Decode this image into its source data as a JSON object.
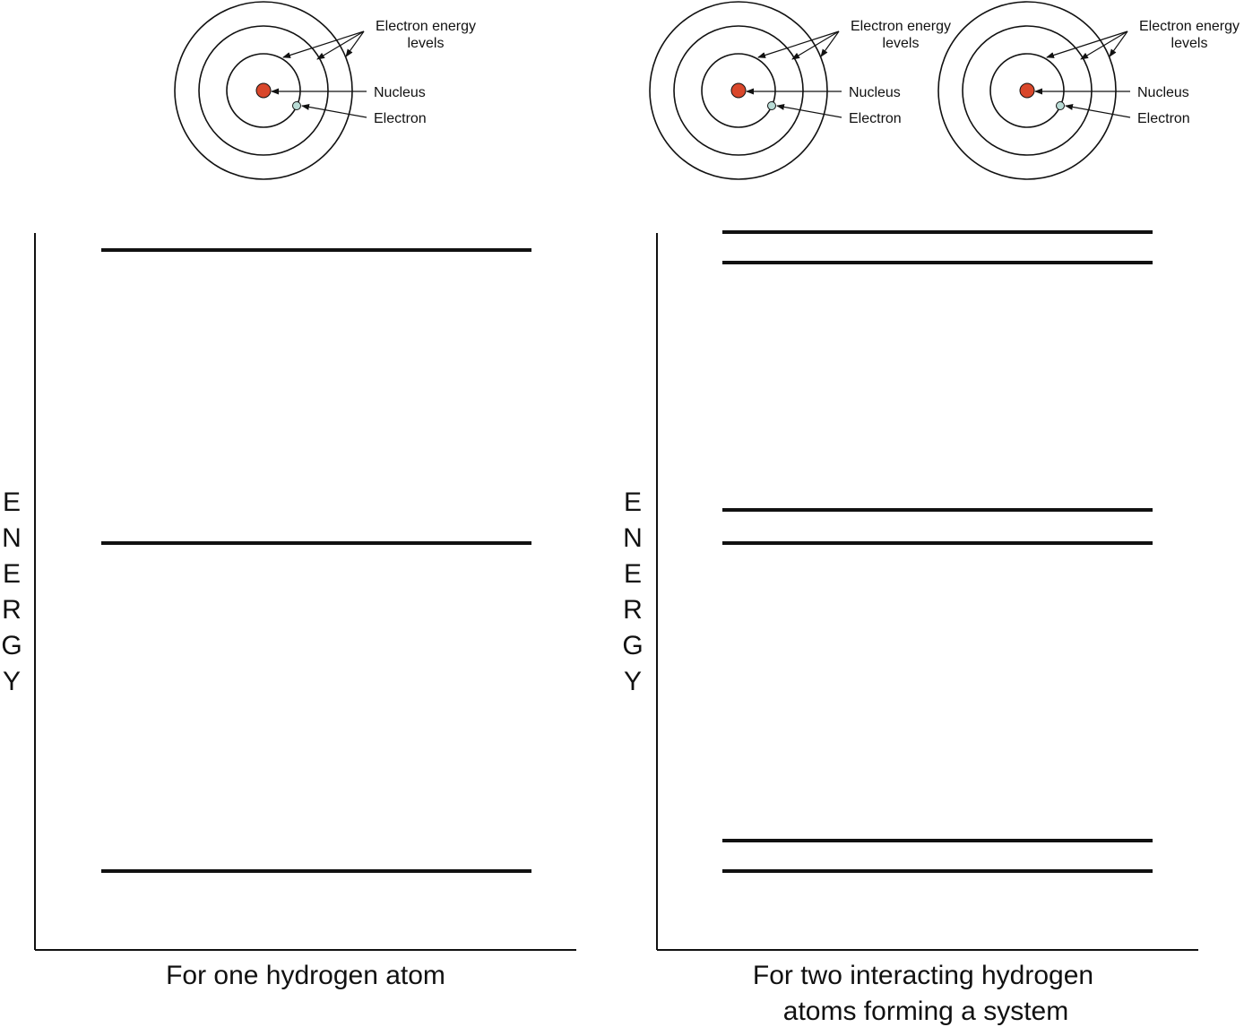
{
  "atom_labels": {
    "energy_levels_line1": "Electron energy",
    "energy_levels_line2": "levels",
    "nucleus": "Nucleus",
    "electron": "Electron"
  },
  "colors": {
    "nucleus": "#d9472b",
    "electron": "#b9dcd6",
    "lines": "#111111"
  },
  "axis_label_letters": [
    "E",
    "N",
    "E",
    "R",
    "G",
    "Y"
  ],
  "left_panel": {
    "caption": "For one hydrogen atom",
    "level_count": 3
  },
  "right_panel": {
    "caption_line1": "For two interacting hydrogen",
    "caption_line2": "atoms forming a system",
    "level_count": 6
  }
}
